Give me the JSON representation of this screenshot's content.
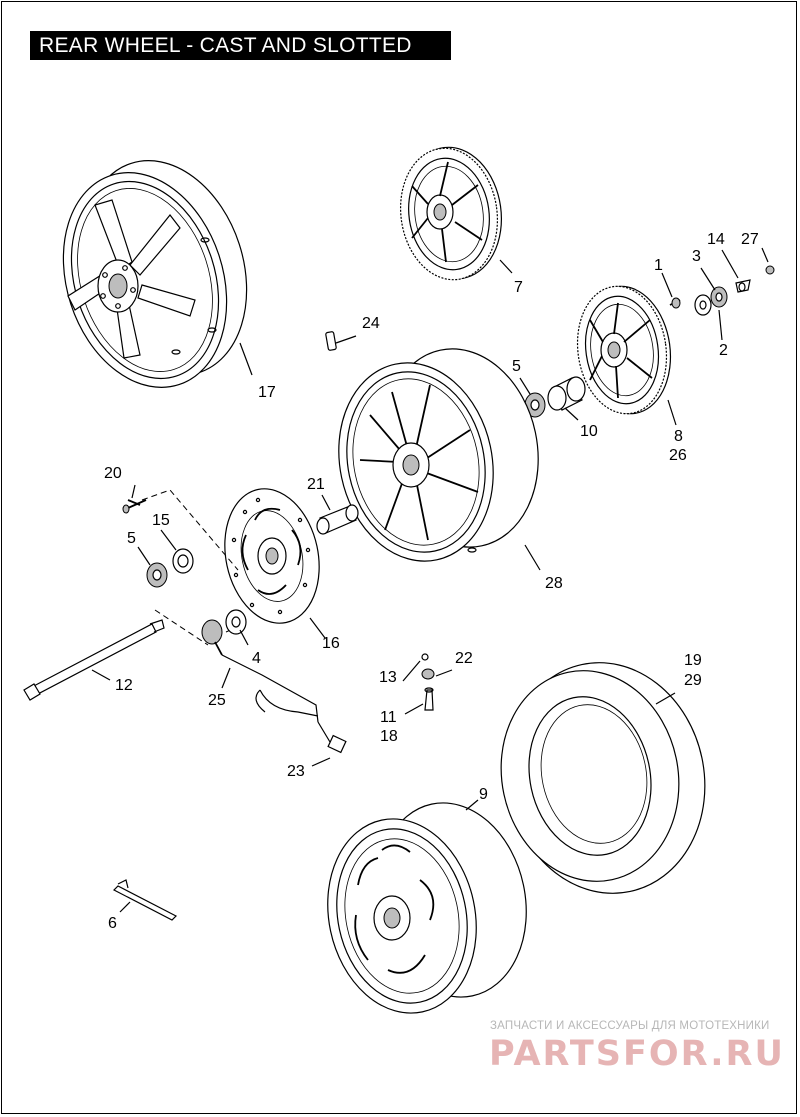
{
  "title": "REAR WHEEL - CAST AND SLOTTED",
  "callouts": {
    "c1": "1",
    "c2": "2",
    "c3": "3",
    "c4": "4",
    "c5a": "5",
    "c5b": "5",
    "c6": "6",
    "c7": "7",
    "c8": "8",
    "c26": "26",
    "c9": "9",
    "c10": "10",
    "c11": "11",
    "c18": "18",
    "c12": "12",
    "c13": "13",
    "c14": "14",
    "c15": "15",
    "c16": "16",
    "c17": "17",
    "c19": "19",
    "c29": "29",
    "c20": "20",
    "c21": "21",
    "c22": "22",
    "c23": "23",
    "c24": "24",
    "c25": "25",
    "c27": "27",
    "c28": "28"
  },
  "watermark": {
    "tagline": "ЗАПЧАСТИ И АКСЕССУАРЫ ДЛЯ МОТОТЕХНИКИ",
    "logo": "PARTSFOR.RU"
  }
}
